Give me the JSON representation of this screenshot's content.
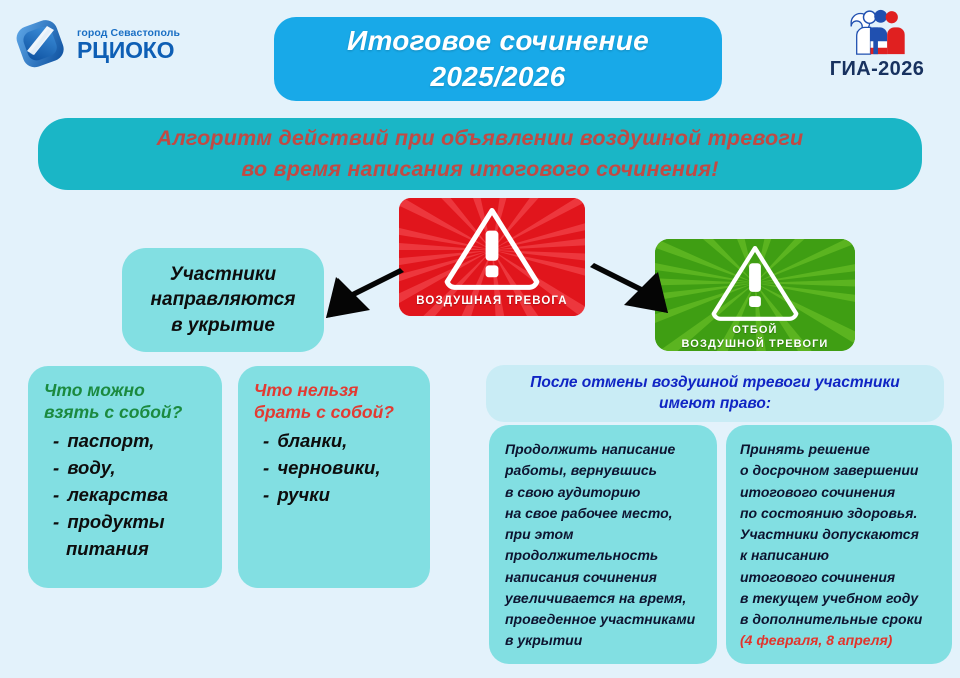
{
  "background_color": "#e3f2fb",
  "brand": {
    "rcioko": {
      "city_label": "город Севастополь",
      "name_label": "РЦИОКО",
      "icon": "rcioko-ribbon-logo",
      "color": "#0e5fb5"
    },
    "gia": {
      "caption": "ГИА-2026",
      "icon": "gia-three-figures-logo",
      "colors": [
        "#ffffff",
        "#2050b0",
        "#e02020"
      ]
    }
  },
  "title": {
    "line1": "Итоговое  сочинение",
    "line2": "2025/2026",
    "background_color": "#18a9e8",
    "text_color": "#ffffff"
  },
  "subtitle": {
    "line1": "Алгоритм действий при объявлении воздушной тревоги",
    "line2": "во время написания итогового сочинения!",
    "background_color": "#1ab6c6",
    "text_color": "#c04a44"
  },
  "alarm_on": {
    "label_line1": "ВОЗДУШНАЯ ТРЕВОГА",
    "icon": "warning-triangle-exclamation-icon",
    "background_color": "#e1151c"
  },
  "alarm_off": {
    "label_line1": "ОТБОЙ",
    "label_line2": "ВОЗДУШНОЙ ТРЕВОГИ",
    "icon": "warning-triangle-exclamation-icon",
    "background_color": "#3f9e13"
  },
  "arrows": {
    "left_icon": "arrow-left-down-icon",
    "right_icon": "arrow-right-down-icon",
    "color": "#000000"
  },
  "shelter_box": {
    "line1": "Участники",
    "line2": "направляются",
    "line3": "в укрытие",
    "background_color": "#82dfe2"
  },
  "allowed_box": {
    "heading_line1": "Что можно",
    "heading_line2": "взять с собой?",
    "heading_color": "#1b8a3f",
    "items": [
      {
        "dash": "-",
        "text": "паспорт,"
      },
      {
        "dash": "-",
        "text": "воду,"
      },
      {
        "dash": "-",
        "text": "лекарства"
      },
      {
        "dash": "-",
        "text": "продукты"
      },
      {
        "dash": "",
        "text": "питания"
      }
    ]
  },
  "forbidden_box": {
    "heading_line1": "Что нельзя",
    "heading_line2": "брать с собой?",
    "heading_color": "#e23a32",
    "items": [
      {
        "dash": "-",
        "text": "бланки,"
      },
      {
        "dash": "-",
        "text": "черновики,"
      },
      {
        "dash": "-",
        "text": "ручки"
      }
    ]
  },
  "rights_header": {
    "line1": "После отмены воздушной тревоги участники",
    "line2": "имеют право:",
    "text_color": "#1025c4",
    "background_color": "#c9ecf5"
  },
  "right_option_1": {
    "lines": [
      "Продолжить написание",
      "работы, вернувшись",
      "в свою аудиторию",
      "на свое рабочее место,",
      "при этом",
      "продолжительность",
      "написания  сочинения",
      "увеличивается на время,",
      "проведенное участниками",
      "в укрытии"
    ]
  },
  "right_option_2": {
    "lines": [
      "Принять решение",
      "о досрочном завершении",
      "итогового сочинения",
      "по состоянию здоровья.",
      "Участники допускаются",
      "к написанию",
      "итогового сочинения",
      "в текущем учебном году",
      "в дополнительные сроки"
    ],
    "accent_line": "(4 февраля, 8 апреля)",
    "accent_color": "#e2342c"
  }
}
